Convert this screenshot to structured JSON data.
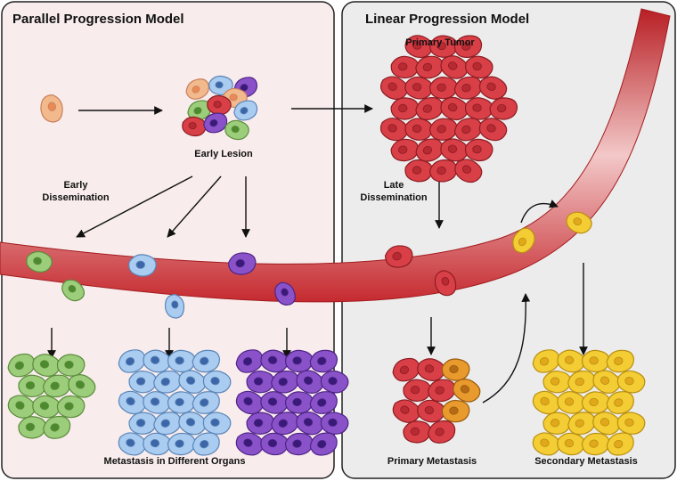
{
  "panels": {
    "left": {
      "title": "Parallel Progression Model",
      "bg": "#f8ecec"
    },
    "right": {
      "title": "Linear Progression Model",
      "bg": "#ececec"
    }
  },
  "labels": {
    "early_lesion": "Early Lesion",
    "early_dissemination": "Early\nDissemination",
    "metastasis_organs": "Metastasis in Different Organs",
    "primary_tumor": "Primary Tumor",
    "late_dissemination": "Late\nDissemination",
    "primary_metastasis": "Primary Metastasis",
    "secondary_metastasis": "Secondary Metastasis"
  },
  "colors": {
    "orange": "#f2b98d",
    "green": "#9ccd7a",
    "blue": "#a9ccf0",
    "purple": "#8a52c9",
    "red": "#d93f47",
    "yellow": "#f3cd33",
    "vessel": "#c92a2a"
  }
}
